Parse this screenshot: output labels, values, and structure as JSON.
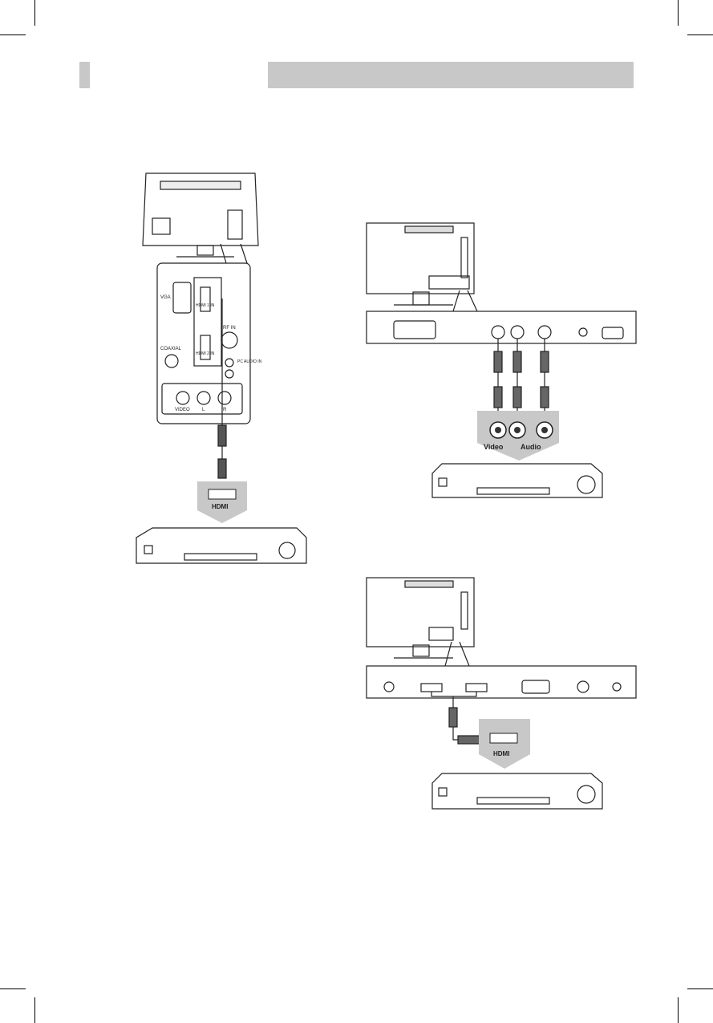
{
  "header": {
    "bar_color": "#c8c8c8"
  },
  "diagram_hdmi_left": {
    "labels": {
      "vga": "VGA",
      "hdmi1": "HDMI 1 IN",
      "hdmi2": "HDMI 2 IN",
      "rf": "RF IN",
      "coaxial": "COAXIAL",
      "pc_audio": "PC AUDIO IN",
      "video": "VIDEO",
      "left": "L",
      "right": "R"
    },
    "cable_label": "HDMI"
  },
  "diagram_av": {
    "video_label": "Video",
    "audio_label": "Audio"
  },
  "diagram_hdmi_right": {
    "cable_label": "HDMI"
  }
}
